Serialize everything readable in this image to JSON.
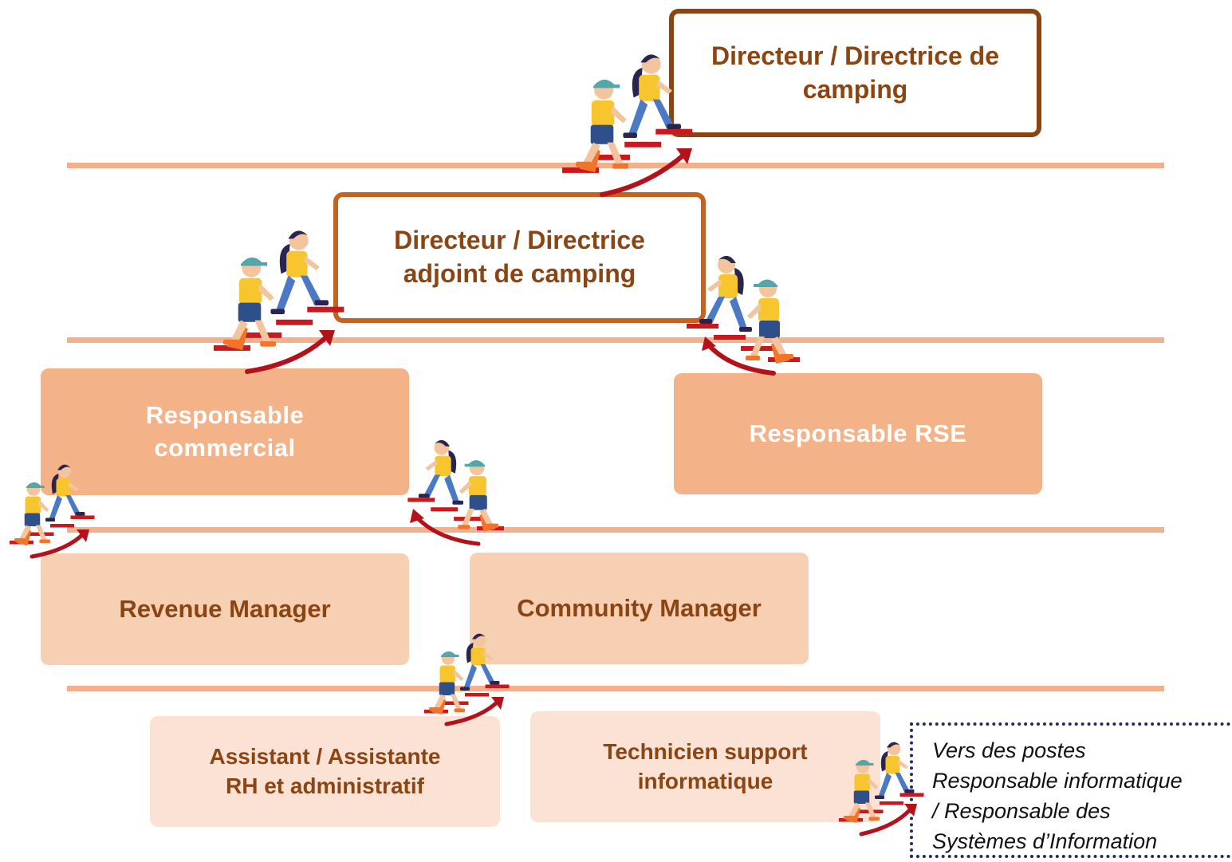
{
  "colors": {
    "line": "#f2b08c",
    "dark_brown": "#8b4513",
    "orange_outline": "#c5621f",
    "dark_fill": "#f3b287",
    "mid_fill": "#f7cfb3",
    "light_fill": "#fbe2d4",
    "white_text": "#ffffff",
    "arrow_red": "#b3121b",
    "stair_red": "#c8191f",
    "shirt_yellow": "#f7c62f",
    "pants_blue": "#4b79c4",
    "cap_teal": "#53a7a9",
    "hair_dark": "#2a2550",
    "shoe_orange": "#f2742b",
    "note_border": "#1f2d5c"
  },
  "boxes": {
    "directeur": "Directeur / Directrice de\ncamping",
    "adjoint": "Directeur / Directrice\nadjoint de camping",
    "commercial": "Responsable\ncommercial",
    "rse": "Responsable RSE",
    "revenue": "Revenue Manager",
    "community": "Community Manager",
    "assistant": "Assistant / Assistante\nRH et administratif",
    "technicien": "Technicien support\ninformatique"
  },
  "note": "Vers des postes\nResponsable informatique\n/ Responsable des\nSystèmes d’Information"
}
